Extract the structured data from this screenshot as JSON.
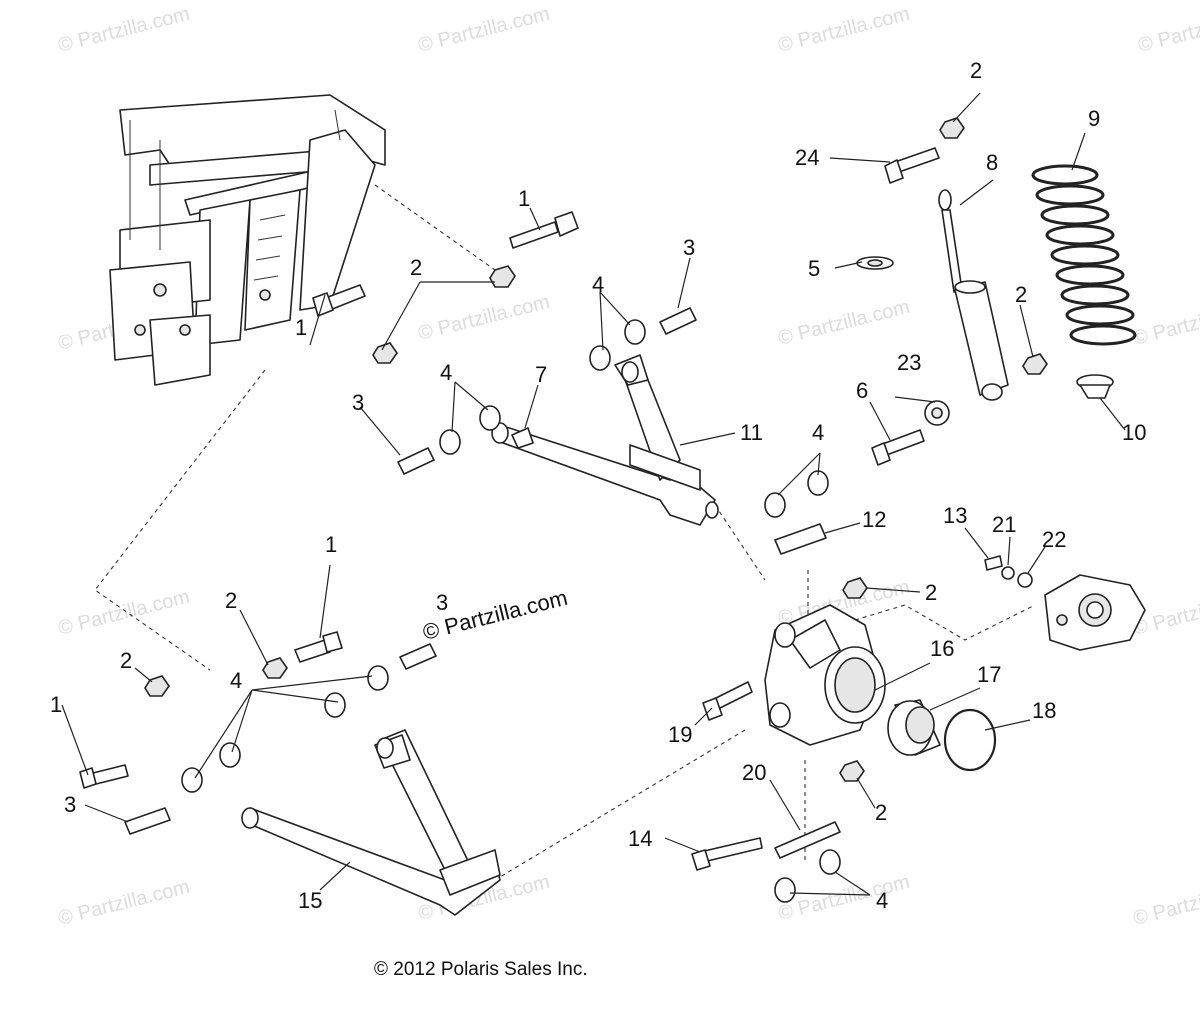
{
  "copyright": "© 2012 Polaris Sales Inc.",
  "watermark_main": "© Partzilla.com",
  "watermark_faint": "© Partzilla.com",
  "callouts": {
    "c1a": "1",
    "c1b": "1",
    "c1c": "1",
    "c1d": "1",
    "c2a": "2",
    "c2b": "2",
    "c2c": "2",
    "c2d": "2",
    "c2e": "2",
    "c2f": "2",
    "c2g": "2",
    "c3a": "3",
    "c3b": "3",
    "c3c": "3",
    "c3d": "3",
    "c4a": "4",
    "c4b": "4",
    "c4c": "4",
    "c4d": "4",
    "c4e": "4",
    "c5": "5",
    "c6": "6",
    "c7": "7",
    "c8": "8",
    "c9": "9",
    "c10": "10",
    "c11": "11",
    "c12": "12",
    "c13": "13",
    "c14": "14",
    "c15": "15",
    "c16": "16",
    "c17": "17",
    "c18": "18",
    "c19": "19",
    "c20": "20",
    "c21": "21",
    "c22": "22",
    "c23": "23",
    "c24": "24"
  }
}
